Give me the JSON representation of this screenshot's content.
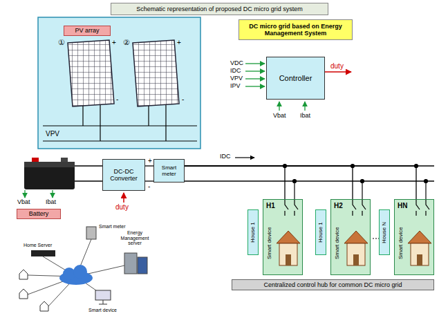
{
  "diagram": {
    "title": "Schematic representation of proposed DC micro grid system",
    "nodes": [
      {
        "text": [
          "PV array"
        ]
      },
      {
        "text": [
          "DC micro grid based on Energy Management System"
        ]
      },
      {
        "text": [
          "Controller"
        ]
      },
      {
        "text": [
          "DC-DC Converter"
        ]
      },
      {
        "text": [
          "Smart meter"
        ]
      },
      {
        "text": [
          "Battery"
        ]
      },
      {
        "text": [
          "H1",
          "House 1",
          "Smart device"
        ]
      },
      {
        "text": [
          "H2",
          "House 1",
          "Smart device"
        ]
      },
      {
        "text": [
          "HN",
          "House N",
          "Smart device"
        ]
      },
      {
        "text": [
          "Centralized control hub for common DC micro grid"
        ]
      }
    ],
    "edges": [
      {
        "from": 3,
        "to": 4,
        "arrow": "none"
      },
      {
        "from": 4,
        "to": 6,
        "arrow": "none"
      },
      {
        "from": 4,
        "to": 7,
        "arrow": "none"
      },
      {
        "from": 4,
        "to": 8,
        "arrow": "none"
      }
    ],
    "labels": [
      "①",
      "②",
      "+",
      "-",
      "+",
      "-",
      "VPV",
      "VDC",
      "IDC",
      "VPV",
      "IPV",
      "Vbat",
      "Ibat",
      "duty",
      "Vbat",
      "Ibat",
      "+",
      "-",
      "duty",
      "IDC",
      "Smart meter",
      "Home Server",
      "Energy Management server",
      "Smart device"
    ]
  }
}
